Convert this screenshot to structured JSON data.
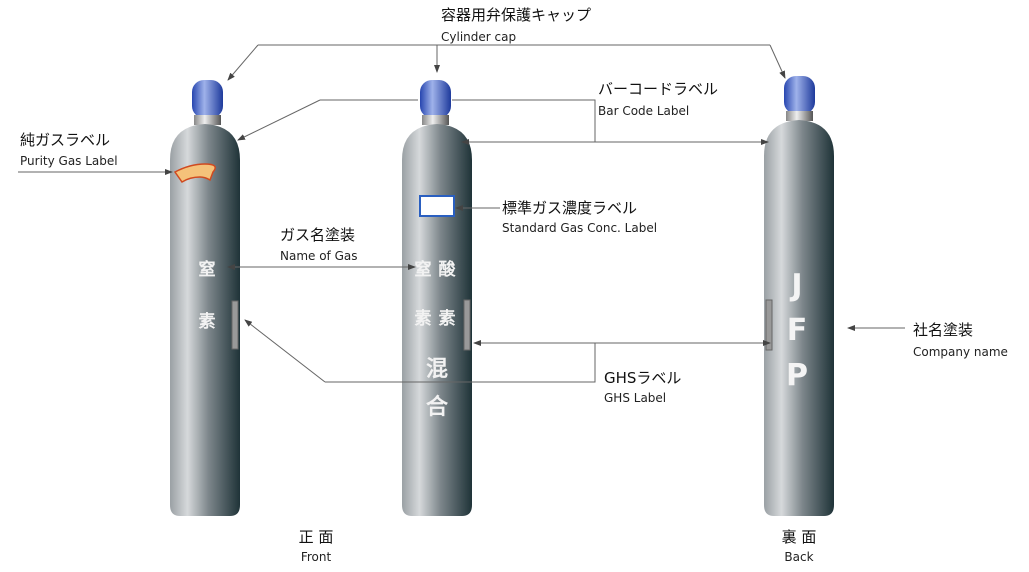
{
  "labels": {
    "cap": {
      "jp": "容器用弁保護キャップ",
      "en": "Cylinder cap"
    },
    "barcode": {
      "jp": "バーコードラベル",
      "en": "Bar Code Label"
    },
    "purity": {
      "jp": "純ガスラベル",
      "en": "Purity Gas Label"
    },
    "std_conc": {
      "jp": "標準ガス濃度ラベル",
      "en": "Standard Gas Conc. Label"
    },
    "gas_name": {
      "jp": "ガス名塗装",
      "en": "Name of Gas"
    },
    "ghs": {
      "jp": "GHSラベル",
      "en": "GHS Label"
    },
    "company": {
      "jp": "社名塗装",
      "en": "Company name"
    },
    "front": {
      "jp": "正 面",
      "en": "Front"
    },
    "back": {
      "jp": "裏 面",
      "en": "Back"
    }
  },
  "cylinders": {
    "left": {
      "line1": "窒",
      "line2": "素"
    },
    "middle": {
      "col1a": "窒",
      "col1b": "素",
      "col2a": "酸",
      "col2b": "素",
      "mix1": "混",
      "mix2": "合"
    },
    "right": {
      "l1": "J",
      "l2": "F",
      "l3": "P"
    }
  },
  "colors": {
    "cap": "#3a5fc8",
    "cylinder": "#6b7378",
    "purity_label": "#f5c27a"
  }
}
